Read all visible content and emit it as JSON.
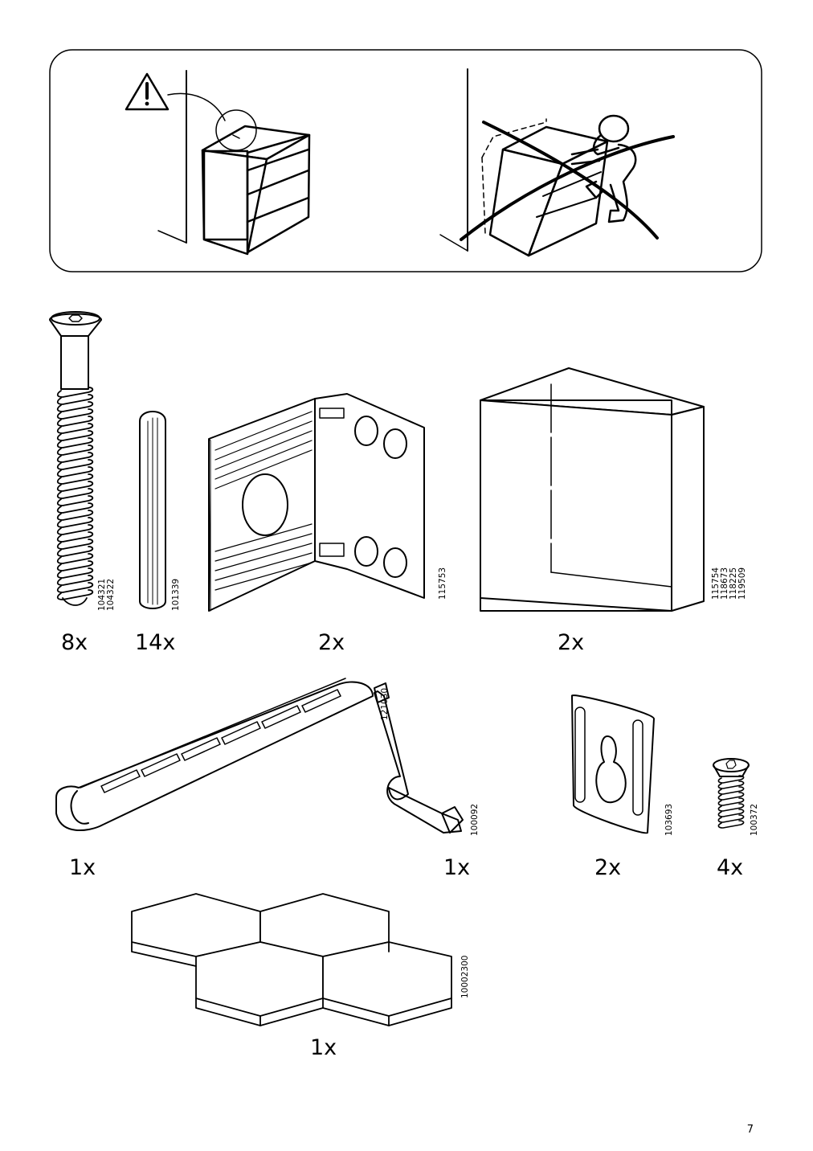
{
  "parts": [
    {
      "id": "screw-long",
      "qty": "8x",
      "codes": [
        "104321",
        "104322"
      ]
    },
    {
      "id": "dowel",
      "qty": "14x",
      "codes": [
        "101339"
      ]
    },
    {
      "id": "bracket",
      "qty": "2x",
      "codes": [
        "115753"
      ]
    },
    {
      "id": "panel",
      "qty": "2x",
      "codes": [
        "115754",
        "118673",
        "118225",
        "119509"
      ]
    },
    {
      "id": "rail",
      "qty": "1x",
      "codes": [
        "121030"
      ]
    },
    {
      "id": "allen-key",
      "qty": "1x",
      "codes": [
        "100092"
      ]
    },
    {
      "id": "wall-plate",
      "qty": "2x",
      "codes": [
        "103693"
      ]
    },
    {
      "id": "screw-short",
      "qty": "4x",
      "codes": [
        "100372"
      ]
    },
    {
      "id": "hex-pad",
      "qty": "1x",
      "codes": [
        "10002300"
      ]
    }
  ],
  "page_number": "7"
}
